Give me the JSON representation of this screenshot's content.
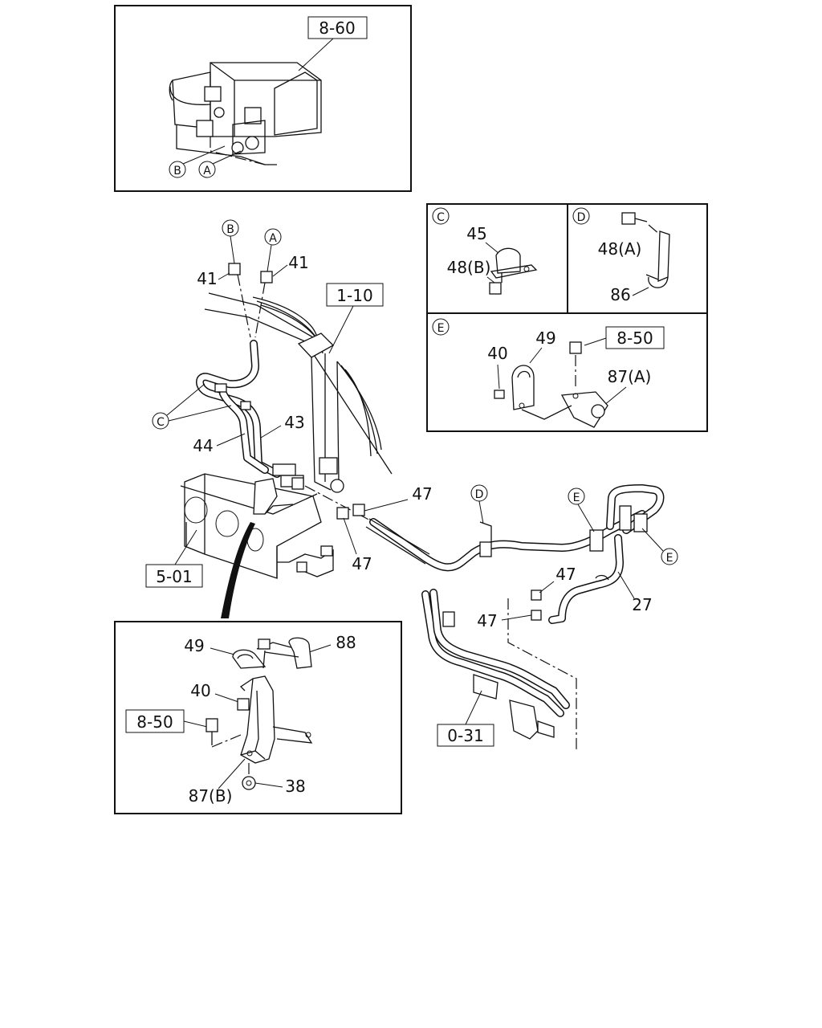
{
  "boxes": {
    "top_ref": "8-60",
    "radiator_ref": "1-10",
    "frame_ref": "5-01",
    "bottom_ref": "0-31",
    "detail_e_ref": "8-50",
    "bracket_ref": "8-50"
  },
  "letters": {
    "a": "A",
    "b": "B",
    "c": "C",
    "d": "D",
    "e": "E"
  },
  "parts": {
    "p41": "41",
    "p43": "43",
    "p44": "44",
    "p47": "47",
    "p27": "27",
    "p45": "45",
    "p48b": "48(B)",
    "p48a": "48(A)",
    "p86": "86",
    "p40": "40",
    "p49": "49",
    "p87a": "87(A)",
    "p87b": "87(B)",
    "p88": "88",
    "p38": "38"
  }
}
